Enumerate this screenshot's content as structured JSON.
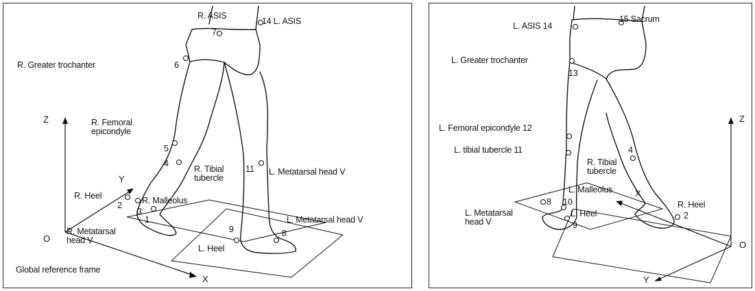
{
  "left": {
    "labels": {
      "r_asis": "R. ASIS",
      "l_asis": "L. ASIS",
      "r_greater_trochanter": "R. Greater trochanter",
      "r_femoral_epicondyle": "R. Femoral\nepicondyle",
      "r_tibial_tubercle": "R. Tibial\ntubercle",
      "l_metatarsal_head_upper": "L. Metatarsal head V",
      "r_heel": "R. Heel",
      "r_malleolus": "R. Malleolus",
      "r_metatarsal_head": "R. Metatarsal\nhead V",
      "l_metatarsal_head_lower": "L. Metatarsal head V",
      "l_heel": "L. Heel",
      "global_reference_frame": "Global reference frame"
    },
    "numbers": [
      "1",
      "2",
      "3",
      "4",
      "5",
      "6",
      "7",
      "8",
      "9",
      "11",
      "14"
    ],
    "axes": {
      "z": "Z",
      "y": "Y",
      "x": "X",
      "origin": "O"
    }
  },
  "right": {
    "labels": {
      "l_asis": "L. ASIS",
      "sacrum": "Sacrum",
      "l_greater_trochanter": "L. Greater trochanter",
      "l_femoral_epicondyle": "L. Femoral epicondyle",
      "l_tibial_tubercle": "L. tibial tubercle",
      "r_tibial_tubercle": "R. Tibial\ntubercle",
      "l_malleolus": "L. Malleolus",
      "l_metatarsal_head": "L. Metatarsal\nhead V",
      "l_heel": "L. Heel",
      "r_heel": "R. Heel"
    },
    "numbers": [
      "14",
      "15",
      "13",
      "12",
      "11",
      "4",
      "10",
      "8",
      "9",
      "2"
    ],
    "axes": {
      "z": "Z",
      "x": "X",
      "y": "Y",
      "origin": "O"
    }
  }
}
